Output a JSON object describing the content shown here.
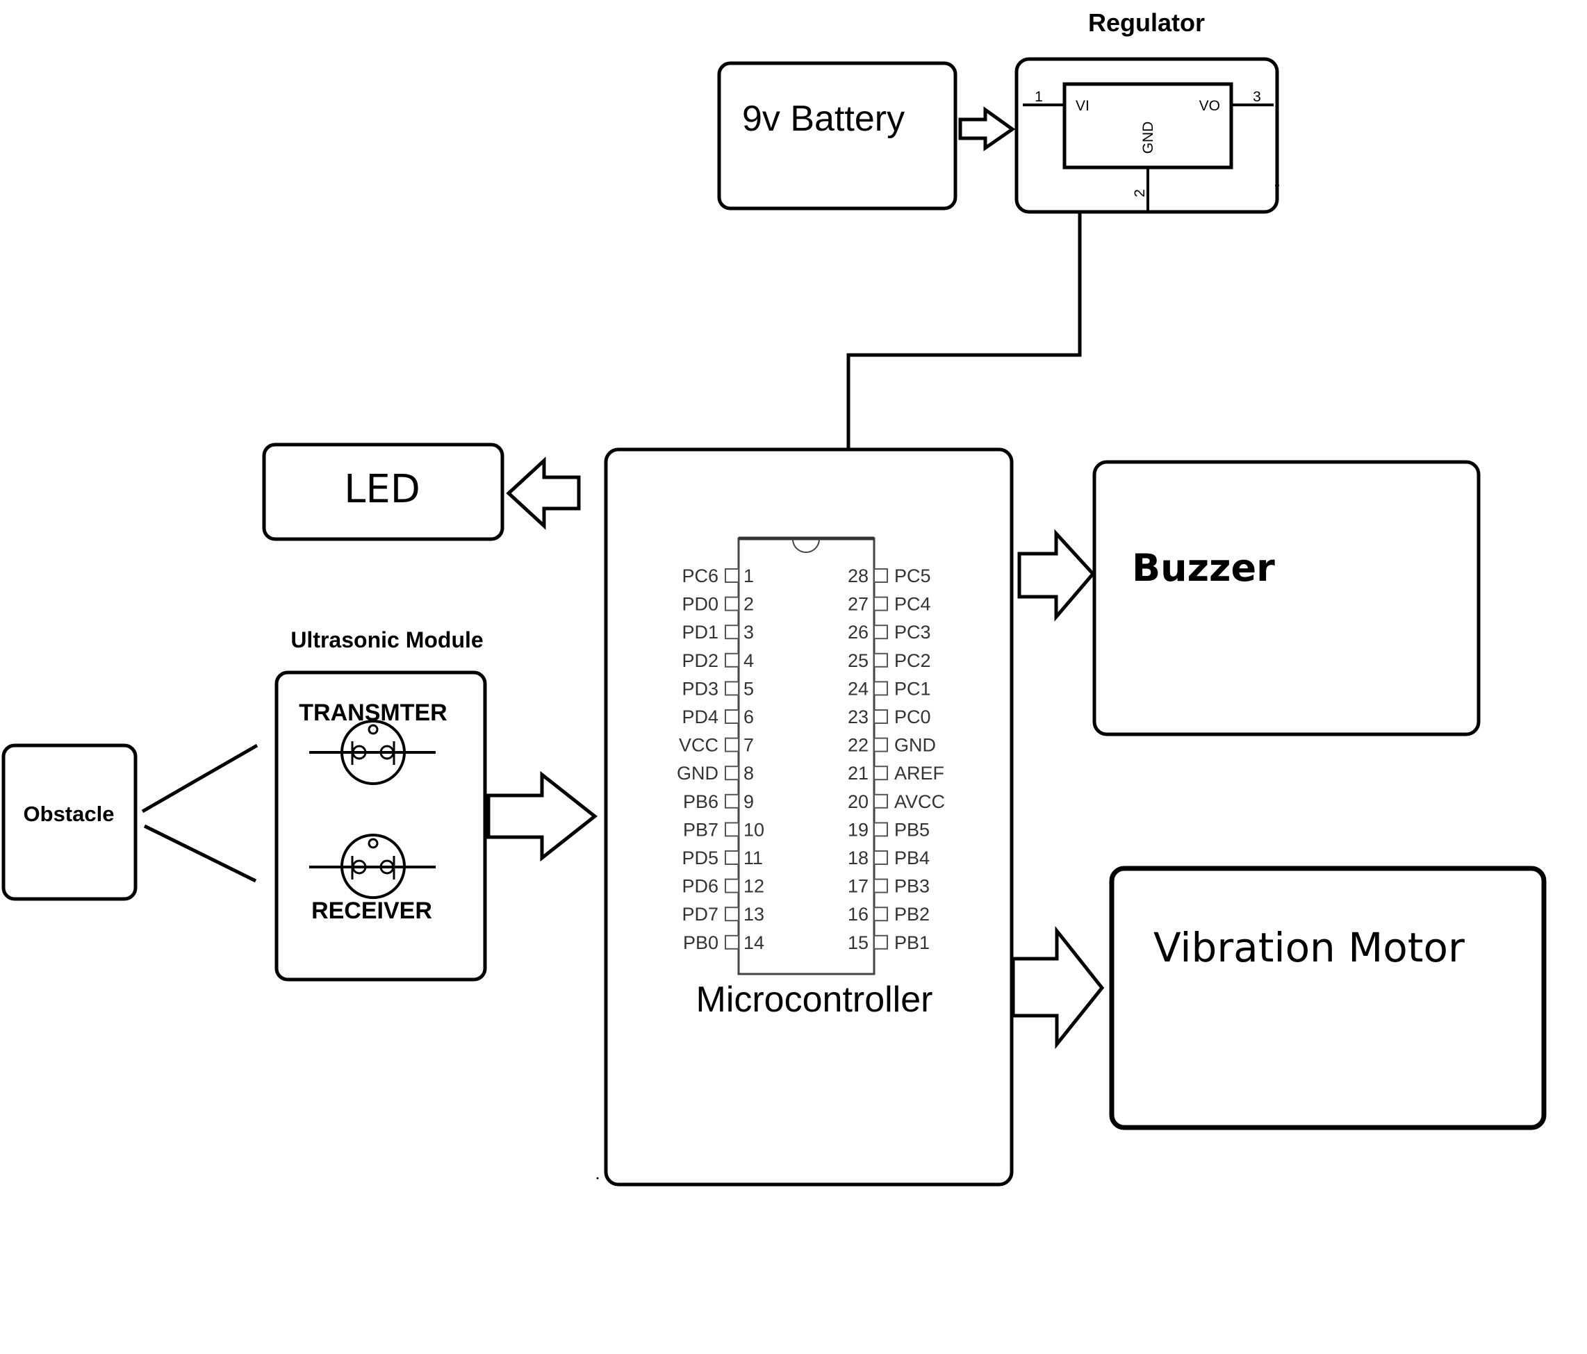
{
  "diagram": {
    "regulator": {
      "title": "Regulator",
      "pin1": "1",
      "pin2": "2",
      "pin3": "3",
      "vi": "VI",
      "vo": "VO",
      "gnd": "GND"
    },
    "battery": {
      "label": "9v Battery"
    },
    "led": {
      "label": "LED"
    },
    "buzzer": {
      "label": "Buzzer"
    },
    "vibration_motor": {
      "label": "Vibration Motor"
    },
    "obstacle": {
      "label": "Obstacle"
    },
    "ultrasonic": {
      "title": "Ultrasonic Module",
      "transmitter": "TRANSMTER",
      "receiver": "RECEIVER"
    },
    "microcontroller": {
      "label": "Microcontroller",
      "left_pins": [
        {
          "name": "PC6",
          "num": "1"
        },
        {
          "name": "PD0",
          "num": "2"
        },
        {
          "name": "PD1",
          "num": "3"
        },
        {
          "name": "PD2",
          "num": "4"
        },
        {
          "name": "PD3",
          "num": "5"
        },
        {
          "name": "PD4",
          "num": "6"
        },
        {
          "name": "VCC",
          "num": "7"
        },
        {
          "name": "GND",
          "num": "8"
        },
        {
          "name": "PB6",
          "num": "9"
        },
        {
          "name": "PB7",
          "num": "10"
        },
        {
          "name": "PD5",
          "num": "11"
        },
        {
          "name": "PD6",
          "num": "12"
        },
        {
          "name": "PD7",
          "num": "13"
        },
        {
          "name": "PB0",
          "num": "14"
        }
      ],
      "right_pins": [
        {
          "name": "PC5",
          "num": "28"
        },
        {
          "name": "PC4",
          "num": "27"
        },
        {
          "name": "PC3",
          "num": "26"
        },
        {
          "name": "PC2",
          "num": "25"
        },
        {
          "name": "PC1",
          "num": "24"
        },
        {
          "name": "PC0",
          "num": "23"
        },
        {
          "name": "GND",
          "num": "22"
        },
        {
          "name": "AREF",
          "num": "21"
        },
        {
          "name": "AVCC",
          "num": "20"
        },
        {
          "name": "PB5",
          "num": "19"
        },
        {
          "name": "PB4",
          "num": "18"
        },
        {
          "name": "PB3",
          "num": "17"
        },
        {
          "name": "PB2",
          "num": "16"
        },
        {
          "name": "PB1",
          "num": "15"
        }
      ]
    },
    "connections": [
      {
        "from": "9v Battery",
        "to": "Regulator",
        "type": "arrow"
      },
      {
        "from": "Regulator",
        "to": "Microcontroller",
        "type": "wire"
      },
      {
        "from": "Microcontroller",
        "to": "LED",
        "type": "arrow"
      },
      {
        "from": "Microcontroller",
        "to": "Buzzer",
        "type": "arrow"
      },
      {
        "from": "Microcontroller",
        "to": "Vibration Motor",
        "type": "arrow"
      },
      {
        "from": "Ultrasonic Module",
        "to": "Microcontroller",
        "type": "arrow"
      },
      {
        "from": "Obstacle",
        "to": "Ultrasonic Module",
        "type": "reflection-lines"
      }
    ]
  }
}
